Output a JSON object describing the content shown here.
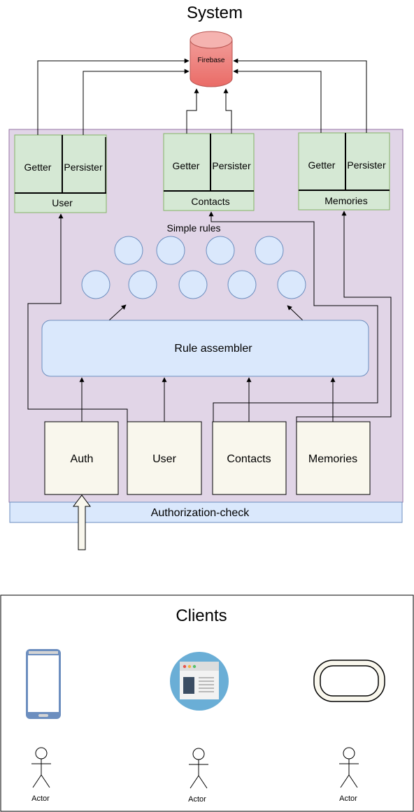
{
  "system": {
    "title": "System",
    "database": "Firebase",
    "modules": [
      {
        "getter": "Getter",
        "persister": "Persister",
        "name": "User"
      },
      {
        "getter": "Getter",
        "persister": "Persister",
        "name": "Contacts"
      },
      {
        "getter": "Getter",
        "persister": "Persister",
        "name": "Memories"
      }
    ],
    "rules_label": "Simple rules",
    "rule_assembler": "Rule assembler",
    "inputs": [
      "Auth",
      "User",
      "Contacts",
      "Memories"
    ],
    "authorization": "Authorization-check"
  },
  "clients": {
    "title": "Clients",
    "actors": [
      "Actor",
      "Actor",
      "Actor"
    ]
  },
  "colors": {
    "container": "#e1d5e7",
    "module_fill": "#d5e8d4",
    "module_stroke": "#82b366",
    "rule_fill": "#dae8fc",
    "rule_stroke": "#6c8ebf",
    "input_fill": "#f9f7ed",
    "firebase_top": "#f19c99",
    "firebase_bottom": "#ea6b66"
  }
}
